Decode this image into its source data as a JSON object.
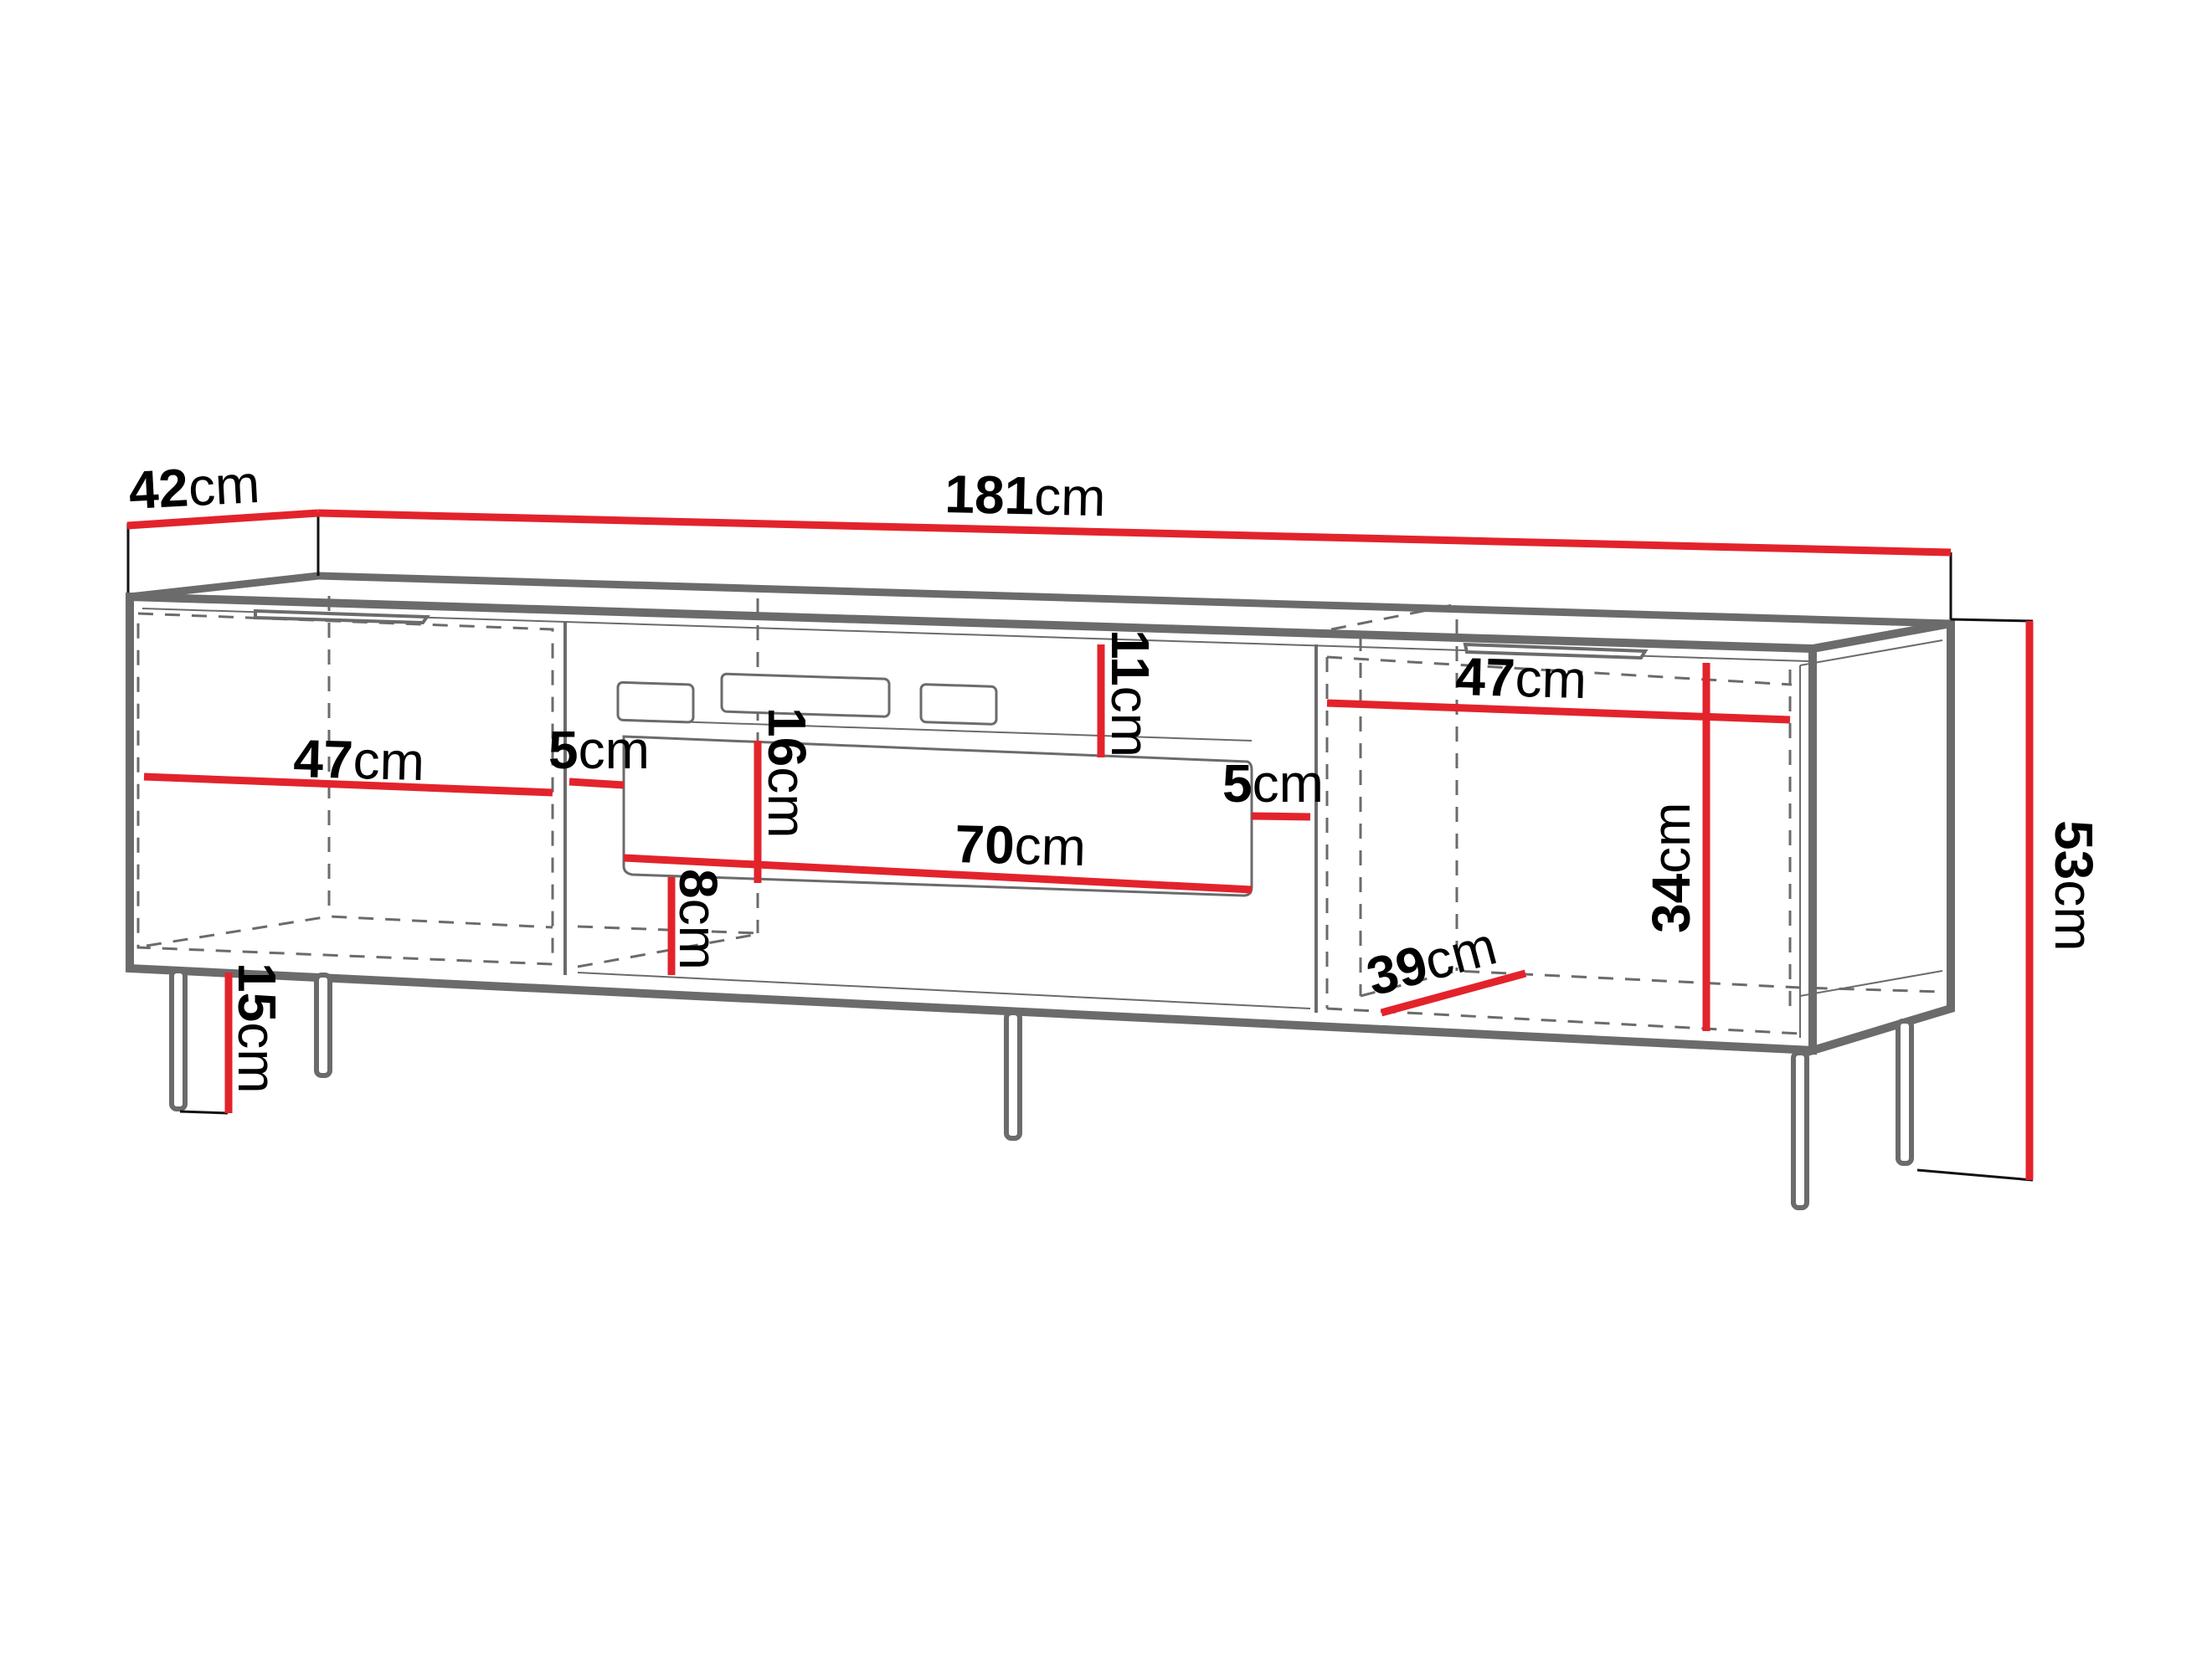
{
  "diagram": {
    "subject": "TV stand with legs – dimension drawing",
    "colors": {
      "dimension_line": "#e3232b",
      "outline": "#6b6b6b",
      "text": "#000000",
      "background": "#ffffff"
    },
    "unit": "cm",
    "dimensions": {
      "depth_total": {
        "value": "42",
        "unit": "cm"
      },
      "width_total": {
        "value": "181",
        "unit": "cm"
      },
      "height_total": {
        "value": "53",
        "unit": "cm"
      },
      "left_compartment_width": {
        "value": "47",
        "unit": "cm"
      },
      "left_gap": {
        "value": "5",
        "unit": "cm"
      },
      "flap_height": {
        "value": "16",
        "unit": "cm"
      },
      "upper_drawer_height": {
        "value": "11",
        "unit": "cm"
      },
      "right_gap": {
        "value": "5",
        "unit": "cm"
      },
      "flap_width": {
        "value": "70",
        "unit": "cm"
      },
      "bottom_gap": {
        "value": "8",
        "unit": "cm"
      },
      "leg_height": {
        "value": "15",
        "unit": "cm"
      },
      "right_compartment_width": {
        "value": "47",
        "unit": "cm"
      },
      "right_compartment_height": {
        "value": "34",
        "unit": "cm"
      },
      "right_compartment_depth": {
        "value": "39",
        "unit": "cm"
      }
    }
  }
}
